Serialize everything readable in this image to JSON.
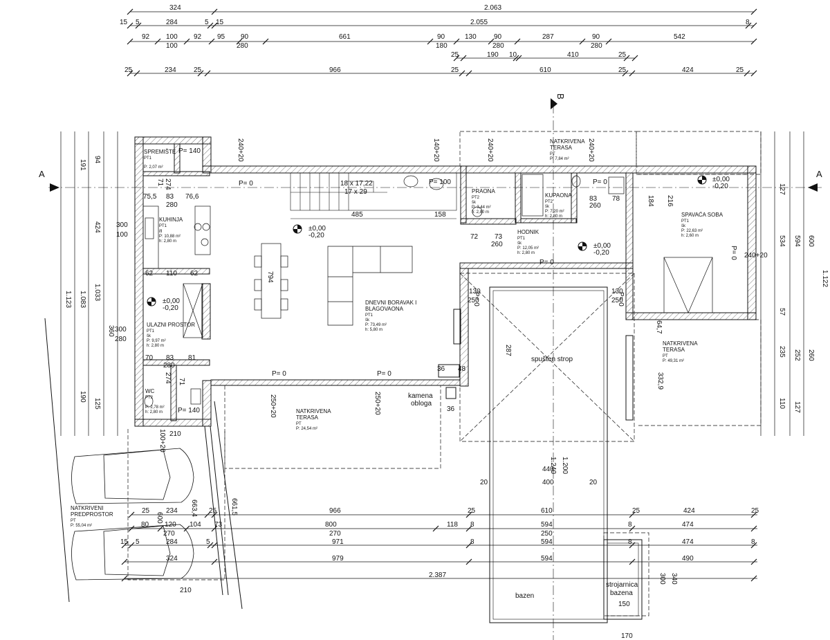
{
  "top_dims": {
    "row1": [
      "324",
      "2.063"
    ],
    "row2": [
      "15",
      "5",
      "284",
      "5",
      "15",
      "2.055",
      "8"
    ],
    "row3": [
      "92",
      "100",
      "92",
      "95",
      "90",
      "661",
      "90",
      "130",
      "90",
      "287",
      "90",
      "542"
    ],
    "row3b": [
      "100",
      "280",
      "180",
      "280",
      "280"
    ],
    "row4": [
      "25",
      "190",
      "10",
      "410",
      "25"
    ],
    "row5": [
      "25",
      "234",
      "25",
      "966",
      "25",
      "610",
      "25",
      "424",
      "25"
    ]
  },
  "section_markers": {
    "a_left": "A",
    "a_right": "A",
    "b_top": "B"
  },
  "rooms": {
    "spremiste": {
      "name": "SPREMIŠTE",
      "code": "PT1",
      "area": "P: 2,07 m²"
    },
    "kuhinja": {
      "name": "KUHINJA",
      "code": "PT1",
      "finish": "ifl",
      "area": "P: 10,88 m²",
      "height": "h: 2,80 m"
    },
    "ulazni": {
      "name": "ULAZNI PROSTOR",
      "code": "PT1",
      "finish": "šk",
      "area": "P: 9,97 m²",
      "height": "h: 2,80 m"
    },
    "wc": {
      "name": "WC",
      "code": "PT2",
      "area": "P: 2,78 m²",
      "height": "h: 2,80 m"
    },
    "dnevni": {
      "name": "DNEVNI BORAVAK I",
      "name2": "BLAGOVAONA",
      "code": "PT1",
      "finish": "šk",
      "area": "P: 73,49 m²",
      "height": "h: 5,80 m"
    },
    "praona": {
      "name": "PRAONA",
      "code": "PT2",
      "finish": "šk",
      "area": "P: 3,44 m²",
      "height": "h: 2,80 m"
    },
    "kupaona": {
      "name": "KUPAONA",
      "code": "PT2",
      "finish": "šk",
      "area": "P: 7,20 m²",
      "height": "h: 2,80 m"
    },
    "hodnik": {
      "name": "HODNIK",
      "code": "PT1",
      "finish": "šk",
      "area": "P: 12,05 m²",
      "height": "h: 2,80 m"
    },
    "spavaca": {
      "name": "SPAVAĆA SOBA",
      "code": "PT1",
      "finish": "šk",
      "area": "P: 22,63 m²",
      "height": "h: 2,60 m"
    },
    "terasa_top": {
      "name": "NATKRIVENA",
      "name2": "TERASA",
      "code": "PT",
      "area": "P: 7,84 m²"
    },
    "terasa_right": {
      "name": "NATKRIVENA",
      "name2": "TERASA",
      "code": "PT",
      "area": "P: 49,31 m²"
    },
    "terasa_bottom": {
      "name": "NATKRIVENA",
      "name2": "TERASA",
      "code": "PT",
      "area": "P: 24,54 m²"
    },
    "predprostor": {
      "name": "NATKRIVENI",
      "name2": "PREDPROSTOR",
      "code": "PT",
      "area": "P: 55,04 m²"
    }
  },
  "labels": {
    "stair": "18 x 17,22",
    "stair2": "17 x 29",
    "spusteni": "spušten strop",
    "kamena": "kamena",
    "obloga": "obloga",
    "bazen": "bazen",
    "strojarnica": "strojarnica",
    "strojarnica2": "bazena",
    "lvl1": "±0,00",
    "lvl1b": "-0,20",
    "lvl2": "±0,00",
    "lvl2b": "-0,20",
    "lvl3": "±0,00",
    "lvl3b": "-0,20",
    "lvl4": "±0,00",
    "lvl4b": "-0,20",
    "p0": "P= 0",
    "p100": "P= 100",
    "p140": "P= 140"
  },
  "inner_dims": {
    "d485": "485",
    "d158": "158",
    "d794": "794",
    "d75_5": "75,5",
    "d83": "83",
    "d76_6": "76,6",
    "d280": "280",
    "d62": "62",
    "d110": "110",
    "d70": "70",
    "d81": "81",
    "d274": "274",
    "d71": "71",
    "d300": "300",
    "d100": "100",
    "d360": "360",
    "d424": "424",
    "d1033": "1.033",
    "d1083": "1.083",
    "d1123": "1.123",
    "d191": "191",
    "d94": "94",
    "d190": "190",
    "d125": "125",
    "d72": "72",
    "d73": "73",
    "d260": "260",
    "d78": "78",
    "d184": "184",
    "d216": "216",
    "d534": "534",
    "d594": "594",
    "d600": "600",
    "d1122": "1.122",
    "d252": "252",
    "d235": "235",
    "d110b": "110",
    "d127": "127",
    "d57": "57",
    "d130": "130",
    "d250": "250",
    "d287": "287",
    "d36": "36",
    "d48": "48",
    "d440": "440",
    "d400": "400",
    "d20": "20",
    "d1200": "1.200",
    "d1240": "1.240",
    "d210": "210",
    "d661": "661,5",
    "d663": "663,4",
    "d600b": "600",
    "d150": "150",
    "d170": "170",
    "d340": "340",
    "d300b": "300",
    "d332": "332,9",
    "d64": "64,7",
    "d250_20": "250+20",
    "d240_20": "240+20",
    "d140_20": "140+20",
    "d100_20": "100+20"
  },
  "bottom_dims": {
    "row1": [
      "25",
      "234",
      "25",
      "966",
      "25",
      "610",
      "25",
      "424",
      "25"
    ],
    "row2": [
      "80",
      "120",
      "104",
      "73",
      "800",
      "118",
      "8",
      "594",
      "8",
      "474"
    ],
    "row2b": [
      "270",
      "250"
    ],
    "row3": [
      "15",
      "5",
      "284",
      "5",
      "971",
      "8",
      "594",
      "8",
      "474",
      "8"
    ],
    "row4": [
      "324",
      "979",
      "594",
      "490"
    ],
    "row5": [
      "2.387"
    ]
  },
  "colors": {
    "line": "#111111",
    "wall": "#444444",
    "hatch": "#9a9a9a",
    "fill": "#dcdcdc"
  }
}
